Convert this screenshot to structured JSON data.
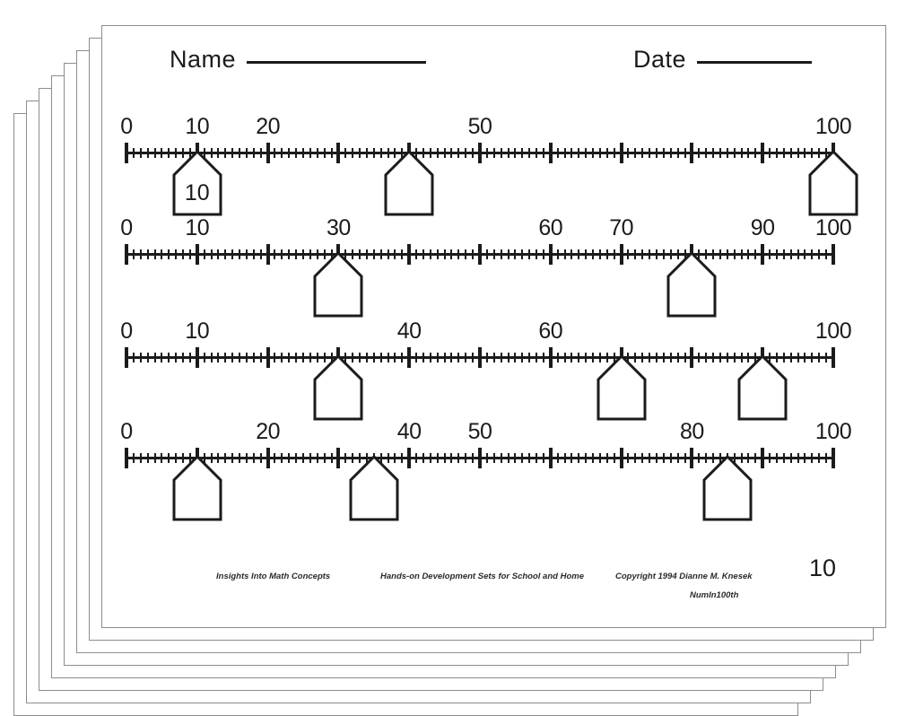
{
  "document": {
    "type": "math-worksheet",
    "page_number": "10",
    "stack_count": 7
  },
  "header": {
    "name_label": "Name",
    "date_label": "Date"
  },
  "number_lines": [
    {
      "id": "line-1",
      "min": 0,
      "max": 100,
      "minor_step": 1,
      "major_step": 10,
      "labels": [
        {
          "value": 0,
          "text": "0"
        },
        {
          "value": 10,
          "text": "10"
        },
        {
          "value": 20,
          "text": "20"
        },
        {
          "value": 50,
          "text": "50"
        },
        {
          "value": 100,
          "text": "100"
        }
      ],
      "markers": [
        {
          "value": 10,
          "text": "10"
        },
        {
          "value": 40,
          "text": ""
        },
        {
          "value": 100,
          "text": ""
        }
      ]
    },
    {
      "id": "line-2",
      "min": 0,
      "max": 100,
      "minor_step": 1,
      "major_step": 10,
      "labels": [
        {
          "value": 0,
          "text": "0"
        },
        {
          "value": 10,
          "text": "10"
        },
        {
          "value": 30,
          "text": "30"
        },
        {
          "value": 60,
          "text": "60"
        },
        {
          "value": 70,
          "text": "70"
        },
        {
          "value": 90,
          "text": "90"
        },
        {
          "value": 100,
          "text": "100"
        }
      ],
      "markers": [
        {
          "value": 30,
          "text": ""
        },
        {
          "value": 80,
          "text": ""
        }
      ]
    },
    {
      "id": "line-3",
      "min": 0,
      "max": 100,
      "minor_step": 1,
      "major_step": 10,
      "labels": [
        {
          "value": 0,
          "text": "0"
        },
        {
          "value": 10,
          "text": "10"
        },
        {
          "value": 40,
          "text": "40"
        },
        {
          "value": 60,
          "text": "60"
        },
        {
          "value": 100,
          "text": "100"
        }
      ],
      "markers": [
        {
          "value": 30,
          "text": ""
        },
        {
          "value": 70,
          "text": ""
        },
        {
          "value": 90,
          "text": ""
        }
      ]
    },
    {
      "id": "line-4",
      "min": 0,
      "max": 100,
      "minor_step": 1,
      "major_step": 10,
      "labels": [
        {
          "value": 0,
          "text": "0"
        },
        {
          "value": 20,
          "text": "20"
        },
        {
          "value": 40,
          "text": "40"
        },
        {
          "value": 50,
          "text": "50"
        },
        {
          "value": 80,
          "text": "80"
        },
        {
          "value": 100,
          "text": "100"
        }
      ],
      "markers": [
        {
          "value": 10,
          "text": ""
        },
        {
          "value": 35,
          "text": ""
        },
        {
          "value": 85,
          "text": ""
        }
      ]
    }
  ],
  "footer": {
    "left": "Insights Into Math Concepts",
    "center": "Hands-on Development Sets for School and Home",
    "right": "Copyright 1994 Dianne M. Knesek",
    "code": "NumIn100th"
  },
  "colors": {
    "ink": "#1b1b1b",
    "paper": "#ffffff",
    "page_edge": "#8d8d8d"
  }
}
